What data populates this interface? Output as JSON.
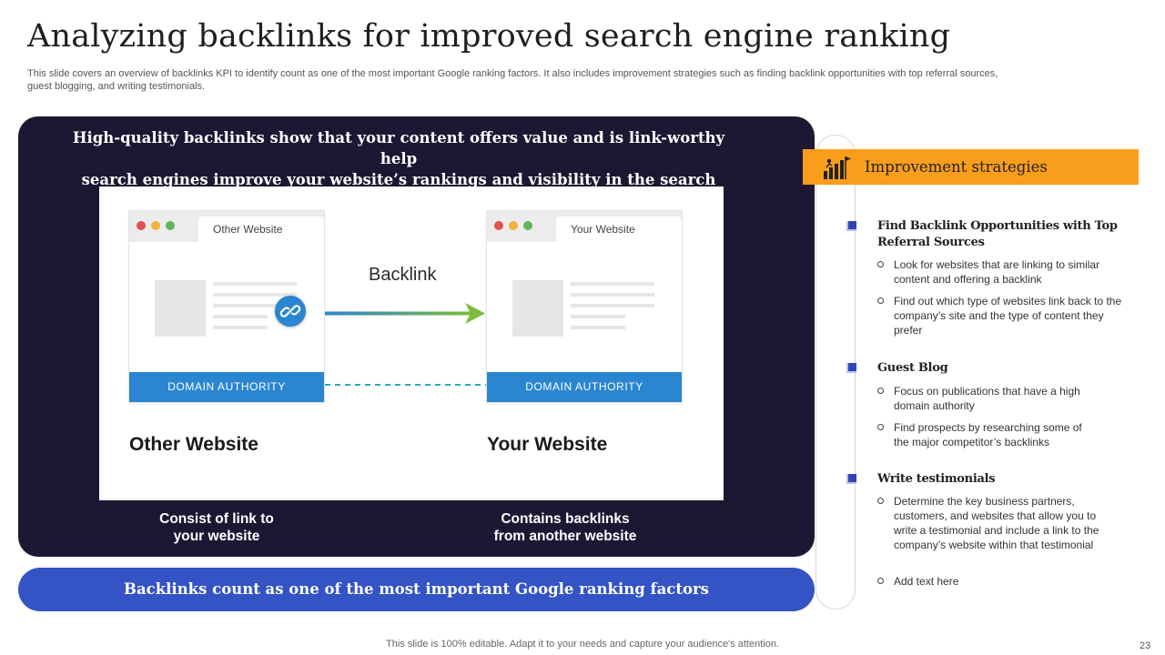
{
  "header": {
    "title": "Analyzing backlinks for improved search engine ranking",
    "subtitle": "This slide covers an overview of backlinks KPI to identify count as one of the most important Google ranking factors. It also includes improvement strategies such as finding backlink opportunities with top referral sources, guest blogging, and writing testimonials."
  },
  "left_panel": {
    "heading_line1": "High-quality backlinks show that your content offers value and is link-worthy help",
    "heading_line2": "search engines improve your website’s rankings and visibility in the search results",
    "diagram": {
      "left_tab": "Other Website",
      "right_tab": "Your Website",
      "arrow_label": "Backlink",
      "left_bar": "DOMAIN AUTHORITY",
      "right_bar": "DOMAIN AUTHORITY",
      "left_label": "Other Website",
      "right_label": "Your Website"
    },
    "caption_left_1": "Consist of link to",
    "caption_left_2": "your website",
    "caption_right_1": "Contains backlinks",
    "caption_right_2": "from another website"
  },
  "banner": {
    "text": "Backlinks count as one of the most important Google ranking factors"
  },
  "strategies": {
    "heading": "Improvement strategies",
    "icon": "growth-chart-flag-icon",
    "items": [
      {
        "title": "Find Backlink Opportunities with Top Referral Sources",
        "points": [
          "Look for websites that are linking to similar content and offering a backlink",
          "Find out which type of websites link back to the company’s site and the type of content they prefer"
        ]
      },
      {
        "title": "Guest Blog",
        "points": [
          "Focus on publications that have a high domain authority",
          "Find prospects by researching some of the major competitor’s backlinks"
        ]
      },
      {
        "title": "Write testimonials",
        "points": [
          "Determine the key business partners, customers, and websites that allow you to write a testimonial and include a link to the company’s website within that testimonial",
          "Add text here"
        ]
      }
    ]
  },
  "footer": {
    "note": "This slide is 100% editable. Adapt it to your needs and capture your audience's attention.",
    "page_number": "23"
  },
  "colors": {
    "dark_panel": "#1e1733",
    "banner_blue": "#3453c4",
    "orange": "#f99d1c",
    "domain_bar_blue": "#2a86d1",
    "bullet_blue": "#2f45b5"
  }
}
